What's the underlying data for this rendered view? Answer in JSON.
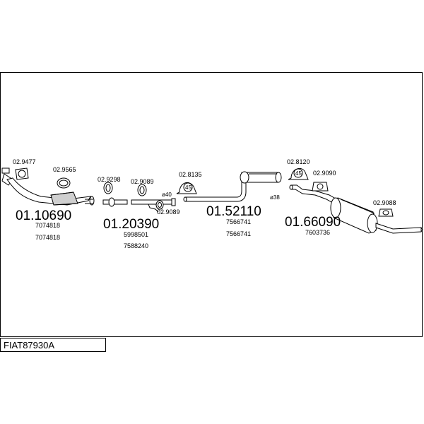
{
  "diagram_code": "FIAT87930A",
  "parts": [
    {
      "number": "01.10690",
      "refs": [
        "7074818",
        "7074818"
      ]
    },
    {
      "number": "01.20390",
      "refs": [
        "5998501",
        "7588240"
      ]
    },
    {
      "number": "01.52110",
      "refs": [
        "7566741",
        "7566741"
      ]
    },
    {
      "number": "01.66090",
      "refs": [
        "7603736"
      ]
    }
  ],
  "clips": [
    "02.9477",
    "02.9565",
    "02.9298",
    "02.9089",
    "02.8135",
    "02.9089",
    "02.8120",
    "02.9090",
    "02.9088"
  ],
  "dimensions": [
    "ø40",
    "ø38"
  ],
  "clip_symbols": [
    "45",
    "45"
  ]
}
